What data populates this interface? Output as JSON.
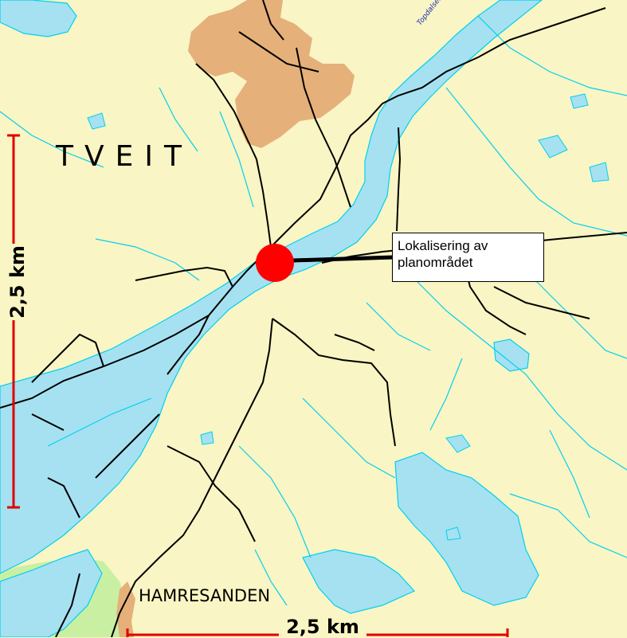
{
  "map": {
    "colors": {
      "land": "#f9f5c4",
      "water": "#a6e1f1",
      "water_outline": "#00d0f0",
      "urban": "#e5b07a",
      "green": "#c9f0a2",
      "road": "#000000",
      "scale": "#e00000",
      "marker": "#ff0000"
    },
    "places": {
      "tveit": "TVEIT",
      "hamresanden": "HAMRESANDEN"
    },
    "river_name": "Topdalselva",
    "marker": {
      "shape": "filled-circle",
      "icon": "location-dot-icon"
    },
    "callout": {
      "line1": "Lokalisering av",
      "line2": "planområdet"
    },
    "scale": {
      "vertical_label": "2,5 km",
      "horizontal_label": "2,5 km"
    }
  }
}
